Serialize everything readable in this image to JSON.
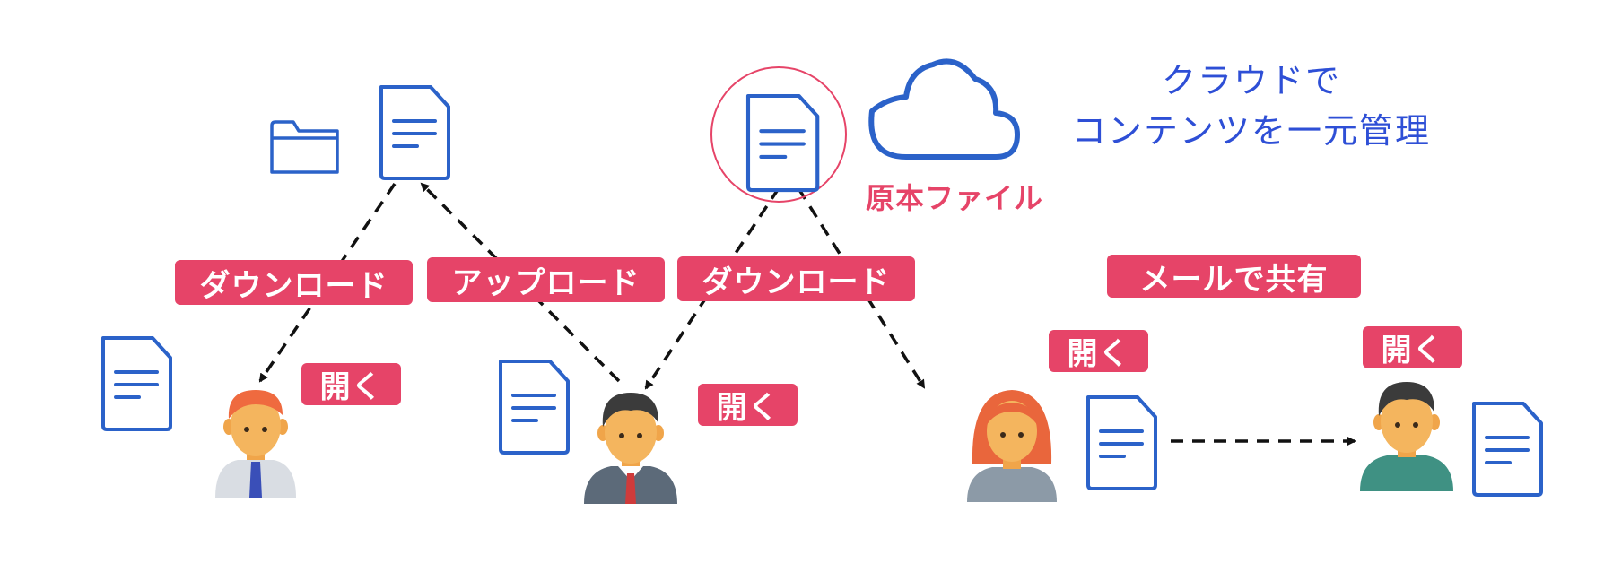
{
  "cloud": {
    "caption_line1": "クラウドで",
    "caption_line2": "コンテンツを一元管理",
    "original_file_label": "原本ファイル"
  },
  "labels": {
    "download_left": "ダウンロード",
    "upload": "アップロード",
    "download_center": "ダウンロード",
    "share_by_mail": "メールで共有",
    "open_1": "開く",
    "open_2": "開く",
    "open_3": "開く",
    "open_4": "開く"
  },
  "colors": {
    "accent_pink": "#e64468",
    "icon_blue": "#2b62c9",
    "caption_blue": "#2e4fd6",
    "arrow": "#111111"
  },
  "icons": {
    "cloud": "cloud-icon",
    "folder": "folder-icon",
    "document": "document-icon",
    "user_male_shirt": "person-icon",
    "user_male_suit": "person-icon",
    "user_female": "person-icon",
    "user_male_teal": "person-icon"
  }
}
